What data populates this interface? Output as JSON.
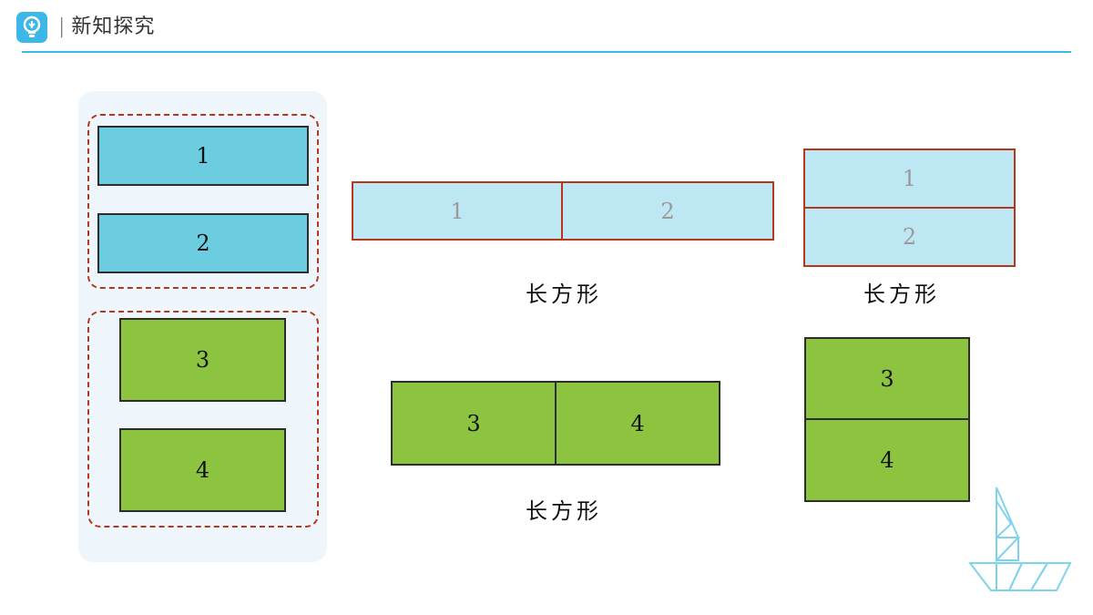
{
  "header": {
    "title": "新知探究",
    "icon": "lightbulb-icon",
    "accent_color": "#3cb7e8"
  },
  "pieces": {
    "p1": "1",
    "p2": "2",
    "p3": "3",
    "p4": "4"
  },
  "arrangements": {
    "blue_horizontal": {
      "left": "1",
      "right": "2",
      "label": "长方形"
    },
    "blue_vertical": {
      "top": "1",
      "bottom": "2",
      "label": "长方形"
    },
    "green_horizontal": {
      "left": "3",
      "right": "4",
      "label": "长方形"
    },
    "green_vertical": {
      "top": "3",
      "bottom": "4"
    }
  },
  "colors": {
    "blue_piece": "#6ccde1",
    "blue_light": "#bde7f2",
    "green_piece": "#8cc43f",
    "outline_red": "#b5381e"
  },
  "decoration": {
    "icon": "tangram-boat-icon"
  }
}
